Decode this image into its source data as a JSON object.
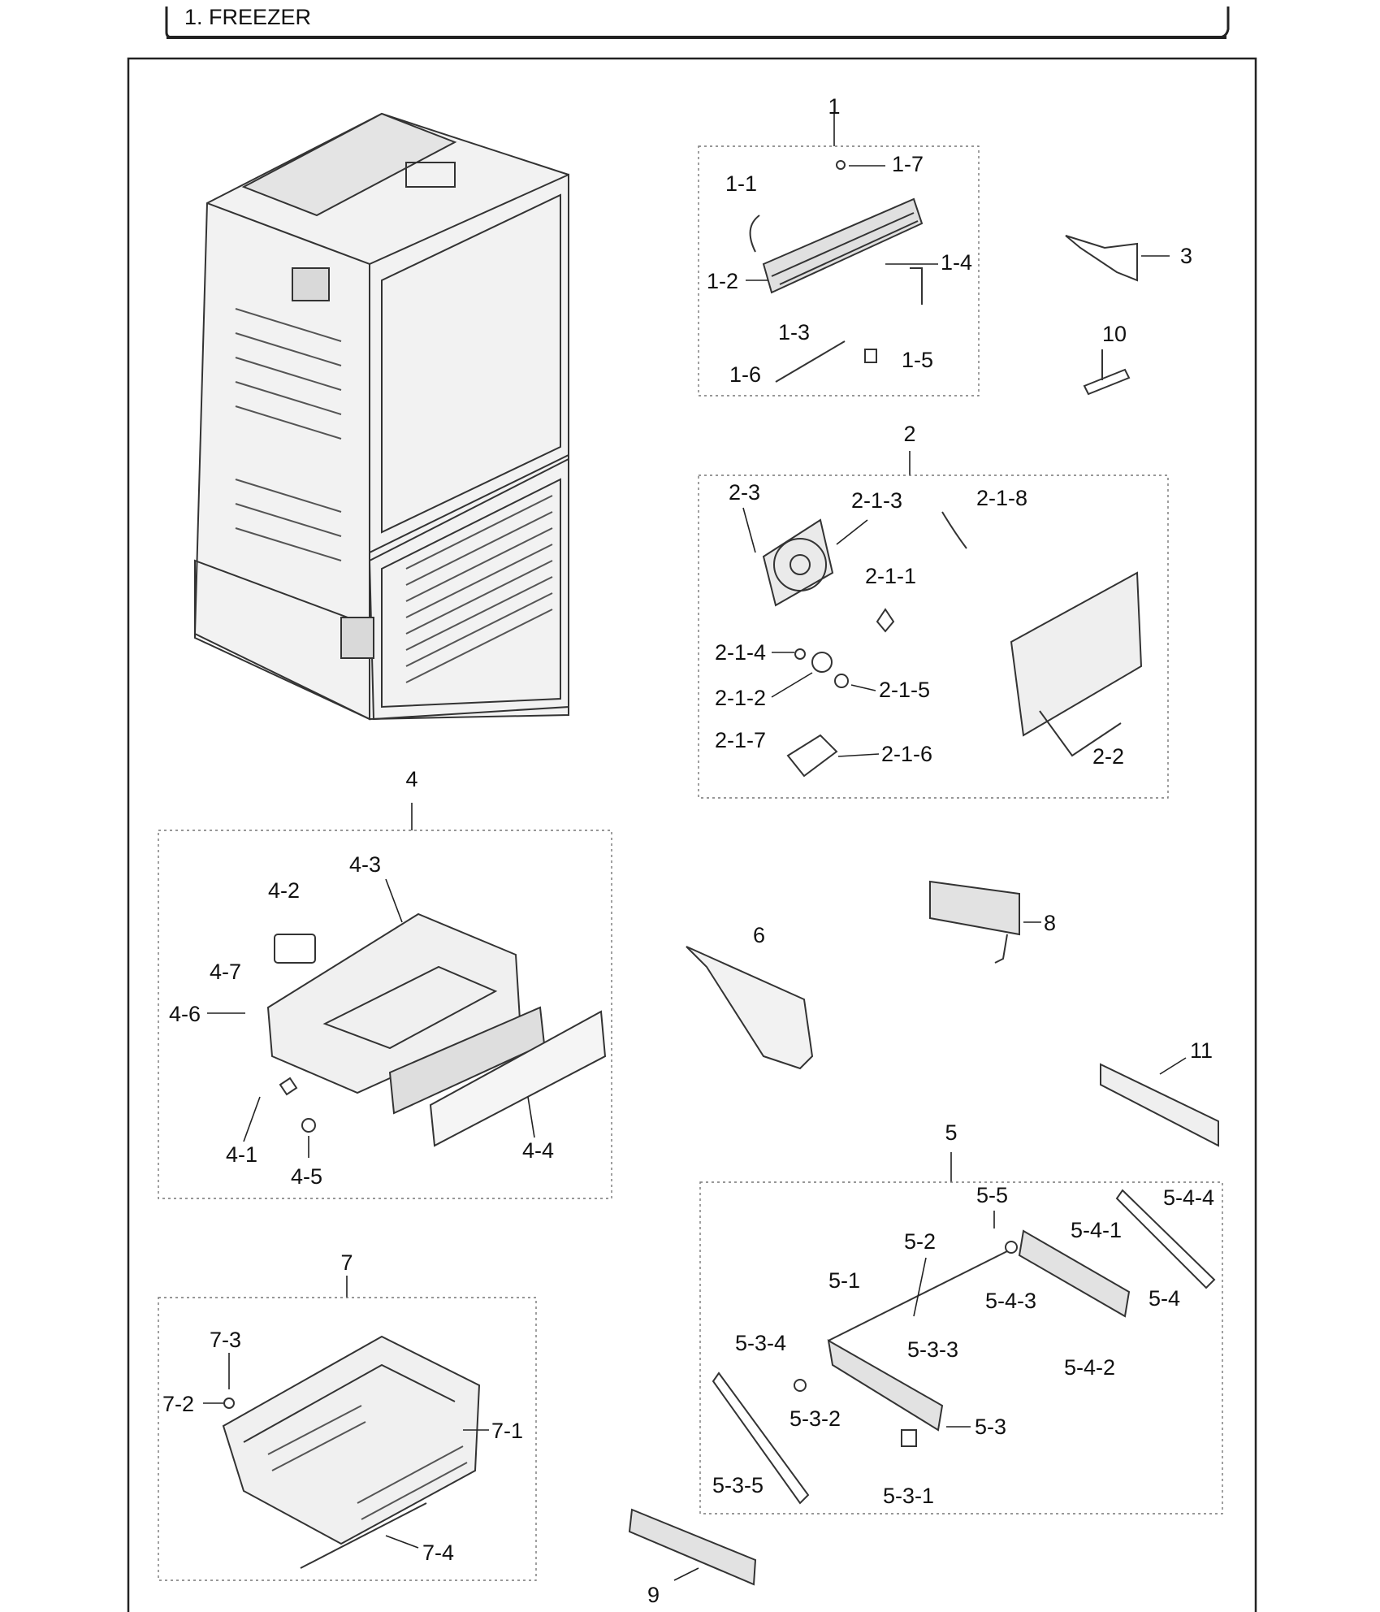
{
  "header": {
    "title": "1. FREEZER"
  },
  "labels": {
    "p1": "1",
    "p1_1": "1-1",
    "p1_2": "1-2",
    "p1_3": "1-3",
    "p1_4": "1-4",
    "p1_5": "1-5",
    "p1_6": "1-6",
    "p1_7": "1-7",
    "p2": "2",
    "p2_1_1": "2-1-1",
    "p2_1_2": "2-1-2",
    "p2_1_3": "2-1-3",
    "p2_1_4": "2-1-4",
    "p2_1_5": "2-1-5",
    "p2_1_6": "2-1-6",
    "p2_1_7": "2-1-7",
    "p2_1_8": "2-1-8",
    "p2_2": "2-2",
    "p2_3": "2-3",
    "p3": "3",
    "p10": "10",
    "p4": "4",
    "p4_1": "4-1",
    "p4_2": "4-2",
    "p4_3": "4-3",
    "p4_4": "4-4",
    "p4_5": "4-5",
    "p4_6": "4-6",
    "p4_7": "4-7",
    "p5": "5",
    "p5_1": "5-1",
    "p5_2": "5-2",
    "p5_3": "5-3",
    "p5_3_1": "5-3-1",
    "p5_3_2": "5-3-2",
    "p5_3_3": "5-3-3",
    "p5_3_4": "5-3-4",
    "p5_3_5": "5-3-5",
    "p5_4": "5-4",
    "p5_4_1": "5-4-1",
    "p5_4_2": "5-4-2",
    "p5_4_3": "5-4-3",
    "p5_4_4": "5-4-4",
    "p5_5": "5-5",
    "p6": "6",
    "p7": "7",
    "p7_1": "7-1",
    "p7_2": "7-2",
    "p7_3": "7-3",
    "p7_4": "7-4",
    "p8": "8",
    "p9": "9",
    "p11": "11"
  }
}
